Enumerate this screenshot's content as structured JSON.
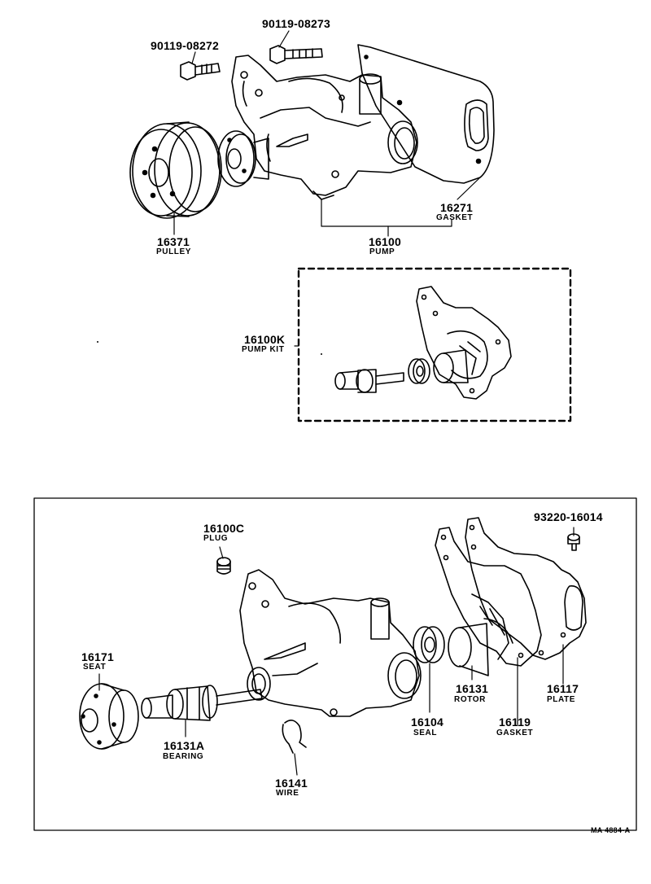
{
  "labels": {
    "bolt_08272": {
      "number": "90119-08272"
    },
    "bolt_08273": {
      "number": "90119-08273"
    },
    "pulley": {
      "number": "16371",
      "name": "PULLEY"
    },
    "pump": {
      "number": "16100",
      "name": "PUMP"
    },
    "gasket_16271": {
      "number": "16271",
      "name": "GASKET"
    },
    "pump_kit": {
      "number": "16100K",
      "name": "PUMP KIT"
    },
    "plug": {
      "number": "16100C",
      "name": "PLUG"
    },
    "bolt_93220": {
      "number": "93220-16014"
    },
    "seat": {
      "number": "16171",
      "name": "SEAT"
    },
    "bearing": {
      "number": "16131A",
      "name": "BEARING"
    },
    "wire": {
      "number": "16141",
      "name": "WIRE"
    },
    "seal": {
      "number": "16104",
      "name": "SEAL"
    },
    "rotor": {
      "number": "16131",
      "name": "ROTOR"
    },
    "gasket_16119": {
      "number": "16119",
      "name": "GASKET"
    },
    "plate": {
      "number": "16117",
      "name": "PLATE"
    }
  },
  "figure_ref": "MA 4884-A"
}
